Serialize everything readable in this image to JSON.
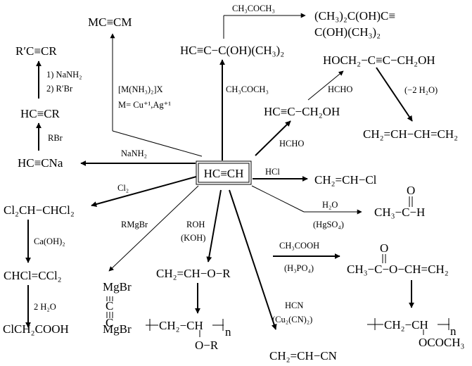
{
  "center": "HC≡CH",
  "nodes": {
    "metal_acetylide": "MC≡CM",
    "ethynyl_carbinol": "HC≡C−C(OH)(CH₃)₂",
    "butynediol_a": "(CH₃)₂C(OH)C≡",
    "butynediol_b": "C(OH)(CH₃)₂",
    "hoch2_butyne": "HOCH₂−C≡C−CH₂OH",
    "butadiene": "CH₂=CH−CH=CH₂",
    "propargyl_alcohol": "HC≡C−CH₂OH",
    "r_alkyne": "R′C≡CR",
    "hc_cr": "HC≡CR",
    "sodium_acetylide": "HC≡CNa",
    "vinyl_chloride": "CH₂=CH−Cl",
    "acetaldehyde": "CH₃−C−H",
    "acetaldehyde_o": "O",
    "tetrachloroethane": "Cl₂CH−CHCl₂",
    "trichloroethylene": "CHCl=CCl₂",
    "chloroacetic_acid": "ClCH₂COOH",
    "grignard_top": "MgBr",
    "grignard_c1": "C",
    "grignard_c2": "C",
    "grignard_bottom": "MgBr",
    "vinyl_ether": "CH₂=CH−O−R",
    "polyvinyl_ether": "CH₂−CH",
    "polyvinyl_ether_sub": "O−R",
    "n1": "n",
    "vinyl_acetate": "CH₃−C−O−CH=CH₂",
    "vinyl_acetate_o": "O",
    "polyvinyl_acetate": "CH₂−CH",
    "polyvinyl_acetate_sub": "OCOCH₃",
    "n2": "n",
    "acrylonitrile": "CH₂=CH−CN"
  },
  "reagents": {
    "ch3coch3_top": "CH₃COCH₃",
    "ch3coch3_mid": "CH₃COCH₃",
    "hcho_upper": "HCHO",
    "hcho_lower": "HCHO",
    "minus_water": "(−2 H₂O)",
    "nanh2_rbr_1": "1) NaNH₂",
    "nanh2_rbr_2": "2) R′Br",
    "rbr": "RBr",
    "nanh2": "NaNH₂",
    "metal_complex": "[M(NH₃)₂]X",
    "metal_list": "M= Cu⁺¹,Ag⁺¹",
    "hcl": "HCl",
    "h2o": "H₂O",
    "hgso4": "(HgSO₄)",
    "cl2": "Cl₂",
    "caoh2": "Ca(OH)₂",
    "two_h2o": "2 H₂O",
    "rmgbr": "RMgBr",
    "roh": "ROH",
    "koh": "(KOH)",
    "ch3cooh": "CH₃COOH",
    "h3po4": "(H₃PO₄)",
    "hcn": "HCN",
    "cu2cn2": "(Cu₂(CN)₂)"
  }
}
